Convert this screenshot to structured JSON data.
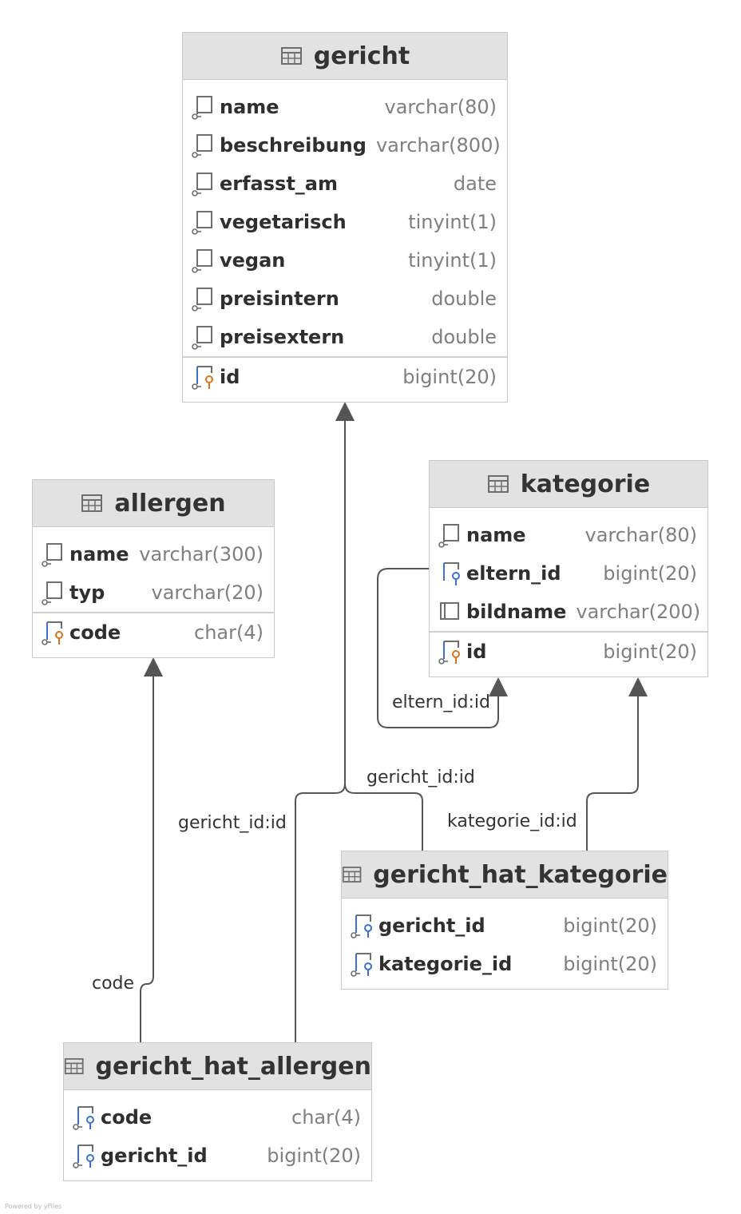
{
  "tables": {
    "gericht": {
      "title": "gericht",
      "rows": [
        {
          "name": "name",
          "type": "varchar(80)"
        },
        {
          "name": "beschreibung",
          "type": "varchar(800)"
        },
        {
          "name": "erfasst_am",
          "type": "date"
        },
        {
          "name": "vegetarisch",
          "type": "tinyint(1)"
        },
        {
          "name": "vegan",
          "type": "tinyint(1)"
        },
        {
          "name": "preisintern",
          "type": "double"
        },
        {
          "name": "preisextern",
          "type": "double"
        }
      ],
      "key": {
        "name": "id",
        "type": "bigint(20)"
      }
    },
    "allergen": {
      "title": "allergen",
      "rows": [
        {
          "name": "name",
          "type": "varchar(300)"
        },
        {
          "name": "typ",
          "type": "varchar(20)"
        }
      ],
      "key": {
        "name": "code",
        "type": "char(4)"
      }
    },
    "kategorie": {
      "title": "kategorie",
      "rows": [
        {
          "name": "name",
          "type": "varchar(80)"
        },
        {
          "name": "eltern_id",
          "type": "bigint(20)"
        },
        {
          "name": "bildname",
          "type": "varchar(200)"
        }
      ],
      "key": {
        "name": "id",
        "type": "bigint(20)"
      }
    },
    "gericht_hat_kategorie": {
      "title": "gericht_hat_kategorie",
      "rows": [
        {
          "name": "gericht_id",
          "type": "bigint(20)"
        },
        {
          "name": "kategorie_id",
          "type": "bigint(20)"
        }
      ]
    },
    "gericht_hat_allergen": {
      "title": "gericht_hat_allergen",
      "rows": [
        {
          "name": "code",
          "type": "char(4)"
        },
        {
          "name": "gericht_id",
          "type": "bigint(20)"
        }
      ]
    }
  },
  "edges": {
    "eltern": "eltern_id:id",
    "ghk_gericht": "gericht_id:id",
    "ghk_kategorie": "kategorie_id:id",
    "gha_gericht": "gericht_id:id",
    "gha_code": "code"
  },
  "footer": "Powered by yFiles",
  "colors": {
    "header_bg": "#e2e2e2",
    "border": "#c8c8c8",
    "edge": "#555555",
    "icon_blue": "#3b6fd4",
    "icon_orange": "#d9731a",
    "icon_gray": "#6e6e6e"
  }
}
